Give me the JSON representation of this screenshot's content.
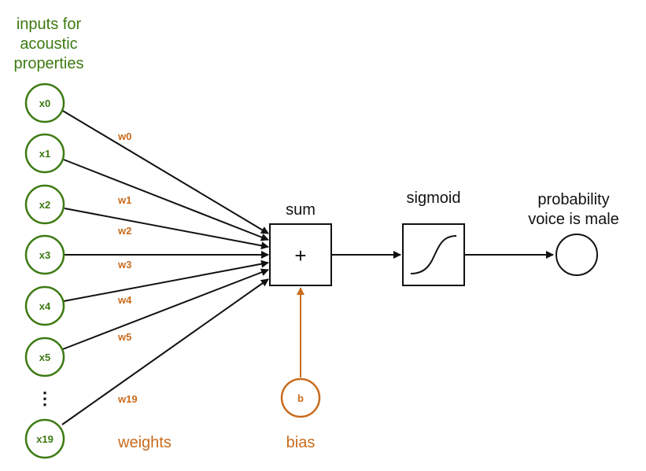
{
  "inputs_title": [
    "inputs for",
    "acoustic",
    "properties"
  ],
  "inputs": [
    "x0",
    "x1",
    "x2",
    "x3",
    "x4",
    "x5",
    "x19"
  ],
  "ellipsis": "⋮",
  "weights": [
    "w0",
    "w1",
    "w2",
    "w3",
    "w4",
    "w5",
    "w19"
  ],
  "weights_caption": "weights",
  "sum_label": "sum",
  "sum_symbol": "+",
  "bias_node": "b",
  "bias_caption": "bias",
  "sigmoid_label": "sigmoid",
  "output_label": [
    "probability",
    "voice is male"
  ],
  "colors": {
    "input": "#3d7a12",
    "bias": "#c96b1c",
    "line": "#111111"
  }
}
